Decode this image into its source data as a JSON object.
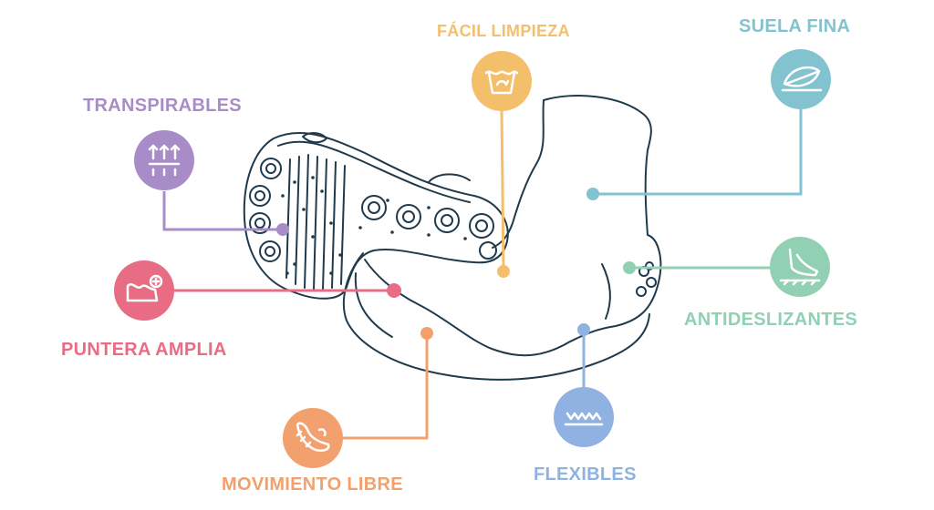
{
  "features": {
    "facil_limpieza": {
      "label": "FÁCIL LIMPIEZA",
      "color": "#f4bf6a",
      "icon": "wash-icon"
    },
    "suela_fina": {
      "label": "SUELA FINA",
      "color": "#83c2cf",
      "icon": "feather-icon"
    },
    "transpirables": {
      "label": "TRANSPIRABLES",
      "color": "#a88cc8",
      "icon": "air-arrows-icon"
    },
    "puntera_amplia": {
      "label": "PUNTERA AMPLIA",
      "color": "#e86c84",
      "icon": "wide-toe-icon"
    },
    "antideslizantes": {
      "label": "ANTIDESLIZANTES",
      "color": "#92d0b4",
      "icon": "non-slip-icon"
    },
    "movimiento_libre": {
      "label": "MOVIMIENTO LIBRE",
      "color": "#f2a06e",
      "icon": "foot-movement-icon"
    },
    "flexibles": {
      "label": "FLEXIBLES",
      "color": "#8fb2e3",
      "icon": "flex-wave-icon"
    }
  },
  "outline_color": "#1e3a4c"
}
